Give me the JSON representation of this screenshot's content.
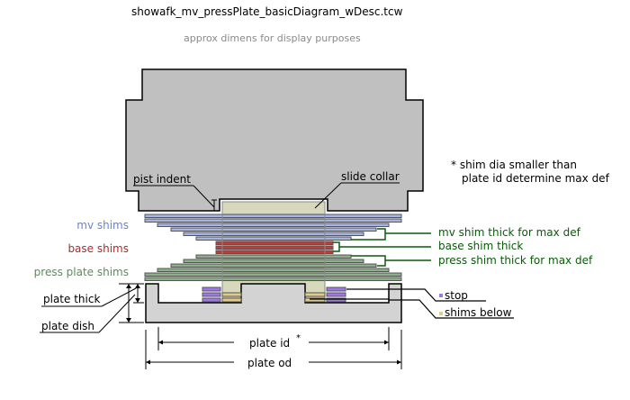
{
  "title": "showafk_mv_pressPlate_basicDiagram_wDesc.tcw",
  "subtitle": "approx dimens for display purposes",
  "colors": {
    "piston": "#c0c0c0",
    "slide_collar": "#d8d8bc",
    "mv_shim": "#a8b4e4",
    "base_shim": "#c23a3a",
    "press_shim": "#8db08b",
    "plate": "#d3d3d3",
    "stop": "#9e77ea",
    "shims_below": "#e2cb86",
    "outline": "#555555",
    "bracket_green": "#0a5a0a",
    "mv_label": "#6a7fd4",
    "base_label": "#a82c2c",
    "press_label": "#5a8c58"
  },
  "labels": {
    "pist_indent": "pist indent",
    "slide_collar": "slide collar",
    "mv_shims": "mv shims",
    "base_shims": "base shims",
    "press_plate_shims": "press plate shims",
    "plate_thick": "plate thick",
    "plate_dish": "plate dish",
    "stop": "stop",
    "shims_below": "shims below",
    "plate_id": "plate id",
    "plate_id_mark": "*",
    "plate_od": "plate od"
  },
  "annotations": {
    "mv_shim_thick": "mv shim thick for max def",
    "base_shim_thick": "base shim thick",
    "press_shim_thick": "press shim thick for max def",
    "note_line1": "* shim dia smaller than",
    "note_line2": "plate id determine max def"
  },
  "shim_stack": {
    "mv_shims_count": 6,
    "base_shims_count": 3,
    "press_plate_shims_count": 6,
    "stop_shims_per_side": 3,
    "shims_below_per_side": 2
  }
}
